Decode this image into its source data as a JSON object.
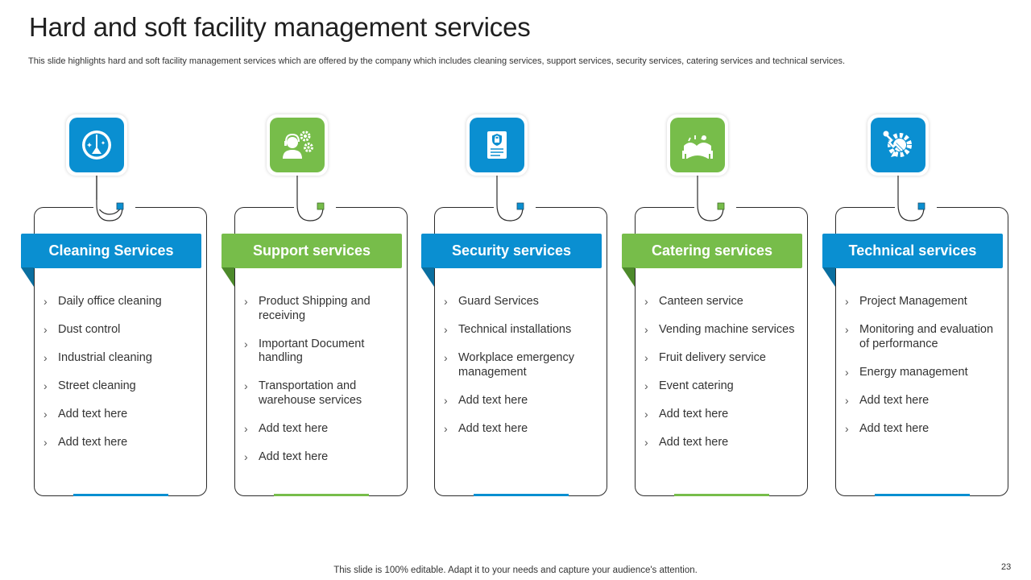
{
  "slide": {
    "title": "Hard and soft facility management services",
    "subtitle": "This slide highlights hard and soft facility management services which are offered by the company which includes cleaning services, support services, security services, catering services and technical services.",
    "footer": "This slide is 100% editable. Adapt it to your needs and capture your audience's attention.",
    "page_number": "23"
  },
  "colors": {
    "blue": "#0a8fd1",
    "green": "#77bd4a",
    "blue_dark": "#0a6fa0",
    "green_dark": "#4d8a2b"
  },
  "cards": [
    {
      "title": "Cleaning Services",
      "icon": "broom-clock-icon",
      "accent": "blue",
      "items": [
        "Daily office cleaning",
        "Dust control",
        "Industrial cleaning",
        "Street cleaning",
        "Add text here",
        "Add text here"
      ]
    },
    {
      "title": "Support services",
      "icon": "support-agent-gears-icon",
      "accent": "green",
      "items": [
        "Product Shipping and receiving",
        "Important Document handling",
        "Transportation and warehouse services",
        "Add text here",
        "Add text here"
      ]
    },
    {
      "title": "Security services",
      "icon": "security-document-lock-icon",
      "accent": "blue",
      "items": [
        "Guard Services",
        "Technical installations",
        "Workplace emergency management",
        "Add text here",
        "Add text here"
      ]
    },
    {
      "title": "Catering services",
      "icon": "catering-food-icon",
      "accent": "green",
      "items": [
        "Canteen service",
        "Vending machine services",
        "Fruit delivery service",
        "Event catering",
        "Add text here",
        "Add text here"
      ]
    },
    {
      "title": "Technical services",
      "icon": "technical-wrench-gear-icon",
      "accent": "blue",
      "items": [
        "Project Management",
        "Monitoring and evaluation of performance",
        "Energy management",
        "Add text here",
        "Add text here"
      ]
    }
  ]
}
